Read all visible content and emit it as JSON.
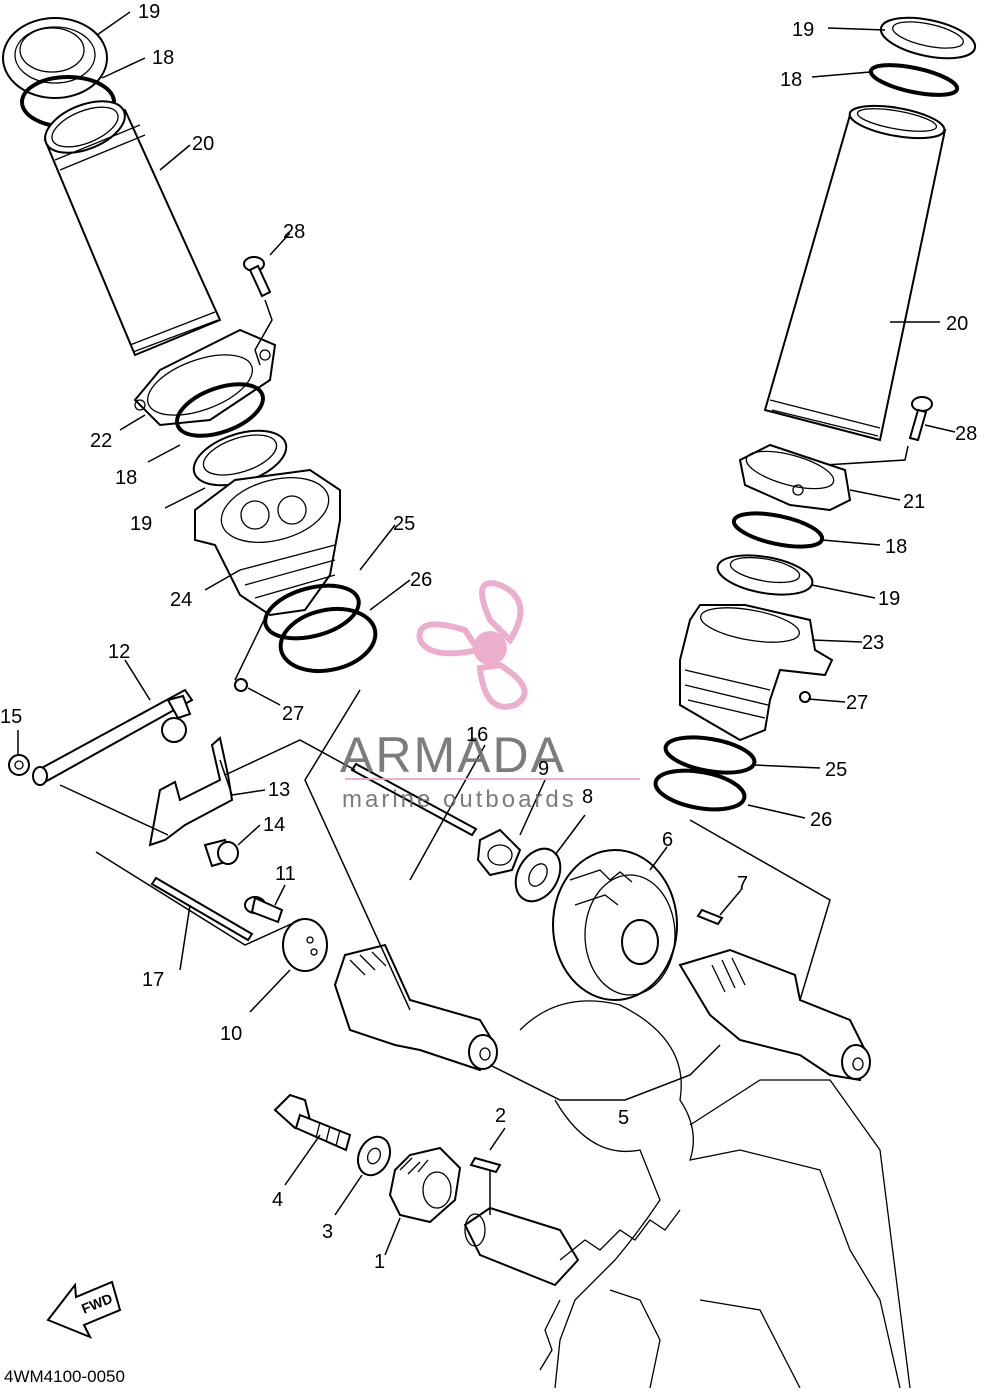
{
  "diagram": {
    "part_labels": {
      "p1": "1",
      "p2": "2",
      "p3": "3",
      "p4": "4",
      "p5": "5",
      "p6": "6",
      "p7": "7",
      "p8": "8",
      "p9": "9",
      "p10": "10",
      "p11": "11",
      "p12": "12",
      "p13": "13",
      "p14": "14",
      "p15": "15",
      "p16": "16",
      "p17": "17",
      "p18_a": "18",
      "p18_b": "18",
      "p18_c": "18",
      "p18_d": "18",
      "p19_a": "19",
      "p19_b": "19",
      "p19_c": "19",
      "p19_d": "19",
      "p20_a": "20",
      "p20_b": "20",
      "p21": "21",
      "p22": "22",
      "p23": "23",
      "p24": "24",
      "p25_a": "25",
      "p25_b": "25",
      "p26_a": "26",
      "p26_b": "26",
      "p27_a": "27",
      "p27_b": "27",
      "p28_a": "28",
      "p28_b": "28"
    },
    "fwd_label": "FWD",
    "drawing_code": "4WM4100-0050"
  },
  "watermark": {
    "brand": "ARMADA",
    "tagline": "marine outboards",
    "color": "#e9a6c8"
  }
}
